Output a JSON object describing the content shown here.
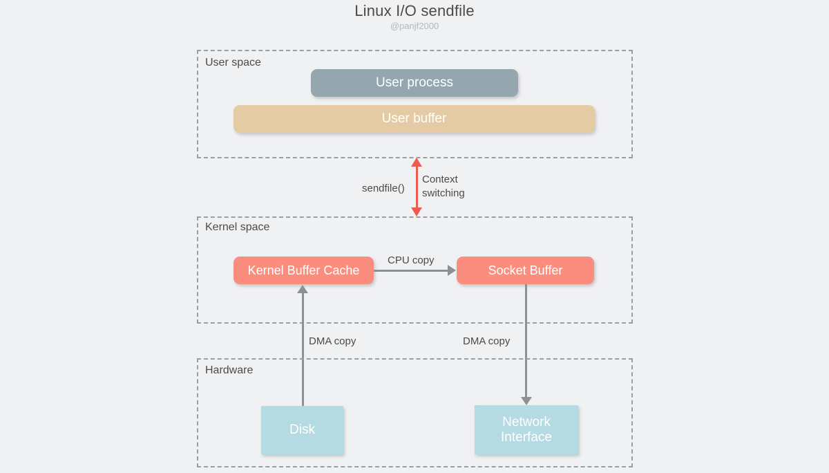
{
  "header": {
    "title": "Linux I/O sendfile",
    "subtitle": "@panjf2000"
  },
  "regions": {
    "user_space": {
      "label": "User space"
    },
    "kernel_space": {
      "label": "Kernel space"
    },
    "hardware": {
      "label": "Hardware"
    }
  },
  "boxes": {
    "user_process": {
      "label": "User process",
      "color": "#94a7ae"
    },
    "user_buffer": {
      "label": "User buffer",
      "color": "#e5cba4"
    },
    "kernel_buffer_cache": {
      "label": "Kernel Buffer Cache",
      "color": "#fa8d7e"
    },
    "socket_buffer": {
      "label": "Socket Buffer",
      "color": "#fa8d7e"
    },
    "disk": {
      "label": "Disk",
      "color": "#b3dbe1"
    },
    "network_interface": {
      "label_line1": "Network",
      "label_line2": "Interface",
      "color": "#b3dbe1"
    }
  },
  "edges": {
    "sendfile": {
      "label": "sendfile()",
      "color": "#ef5a50"
    },
    "context_switching": {
      "label_line1": "Context",
      "label_line2": "switching"
    },
    "cpu_copy": {
      "label": "CPU copy",
      "color": "#8e9194"
    },
    "dma_copy_disk": {
      "label": "DMA copy",
      "color": "#8e9194"
    },
    "dma_copy_nic": {
      "label": "DMA copy",
      "color": "#8e9194"
    }
  },
  "palette": {
    "background": "#f0f1f3",
    "dashed_border": "#9a9da1",
    "text": "#4a4a4a",
    "subtitle_text": "#b4b7bb"
  }
}
